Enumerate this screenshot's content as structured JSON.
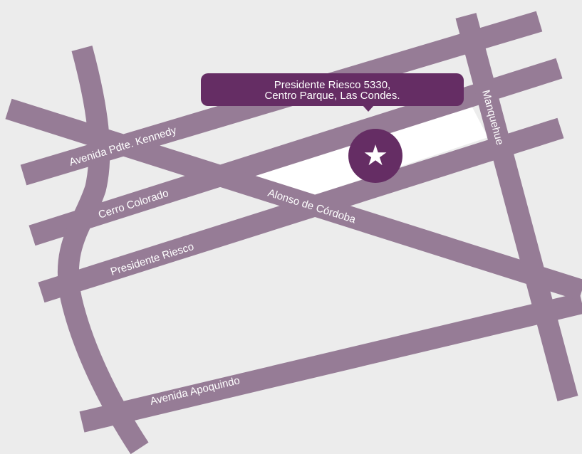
{
  "colors": {
    "background": "#ececec",
    "road": "#967c96",
    "block": "#ffffff",
    "accent": "#652d64",
    "label_text": "#ffffff"
  },
  "streets": {
    "kennedy": "Avenida Pdte. Kennedy",
    "cerro_colorado": "Cerro Colorado",
    "alonso_de_cordoba": "Alonso de Córdoba",
    "presidente_riesco": "Presidente Riesco",
    "manquehue": "Manquehue",
    "apoquindo": "Avenida Apoquindo"
  },
  "location": {
    "address_line1": "Presidente Riesco 5330,",
    "address_line2": "Centro Parque, Las Condes.",
    "marker_icon": "star-icon",
    "marker_glyph": "★"
  }
}
